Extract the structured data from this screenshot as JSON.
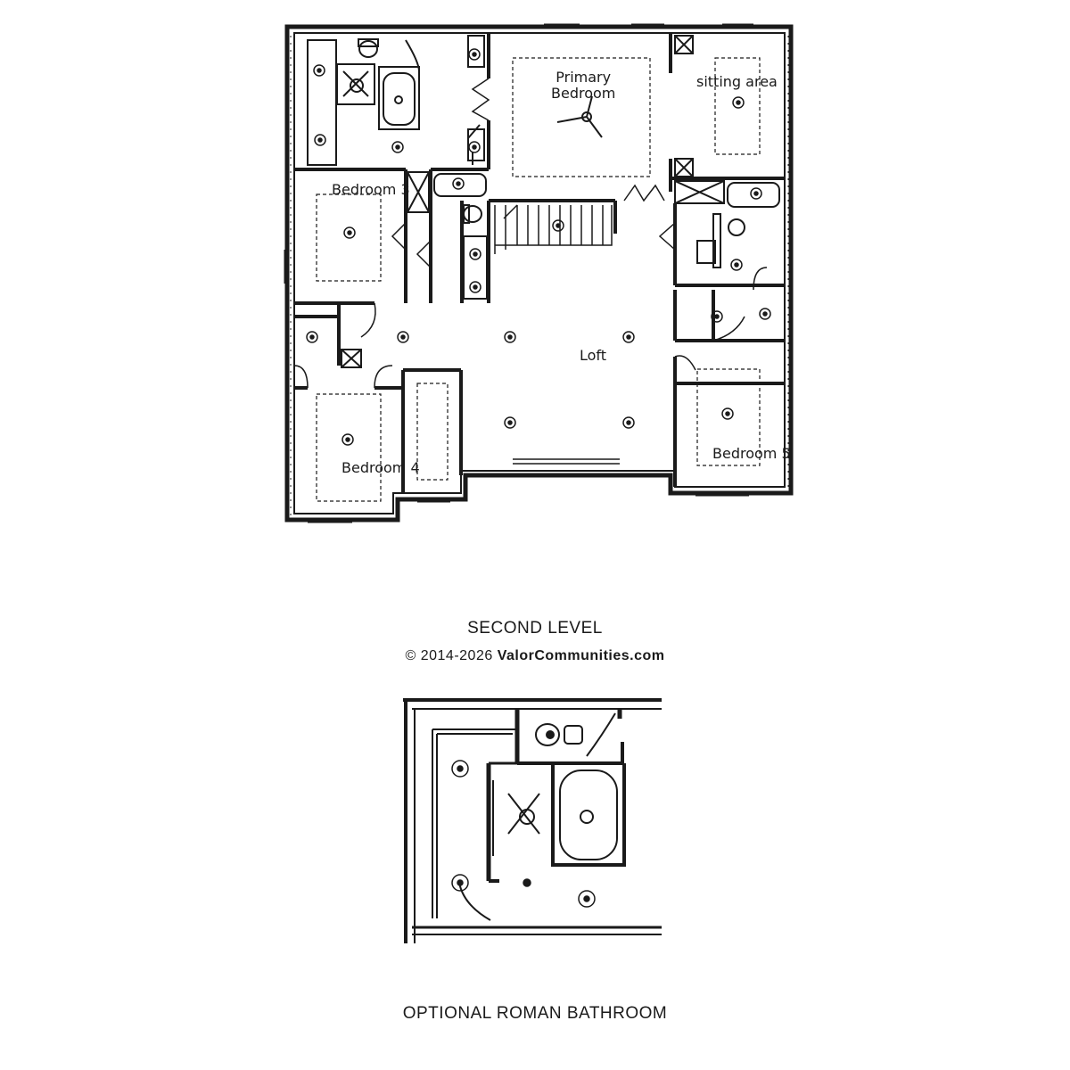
{
  "rooms": {
    "primary_bedroom": "Primary\nBedroom",
    "sitting_area": "sitting area",
    "bedroom_3": "Bedroom 3",
    "loft": "Loft",
    "bedroom_4": "Bedroom 4",
    "bedroom_5": "Bedroom 5"
  },
  "captions": {
    "level": "SECOND LEVEL",
    "copyright_prefix": "© 2014-2026 ",
    "copyright_brand": "ValorCommunities.com",
    "optional": "OPTIONAL ROMAN BATHROOM"
  },
  "colors": {
    "wall": "#1a1a1a",
    "background": "#ffffff"
  }
}
